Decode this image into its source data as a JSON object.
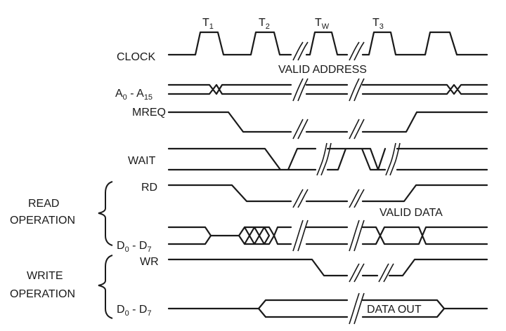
{
  "clock": {
    "label": "CLOCK",
    "states": [
      {
        "name": "T",
        "sub": "1"
      },
      {
        "name": "T",
        "sub": "2"
      },
      {
        "name": "T",
        "sub": "W"
      },
      {
        "name": "T",
        "sub": "3"
      }
    ]
  },
  "address": {
    "label_main": "A",
    "label_sub0": "0",
    "label_dash": " - A",
    "label_sub1": "15",
    "annotation": "VALID ADDRESS"
  },
  "mreq": {
    "label": "MREQ"
  },
  "wait": {
    "label": "WAIT"
  },
  "read": {
    "group_line1": "READ",
    "group_line2": "OPERATION",
    "rd_label": "RD",
    "data_label": {
      "main": "D",
      "sub0": "0",
      "dash": " - D",
      "sub1": "7"
    },
    "annotation": "VALID DATA"
  },
  "write": {
    "group_line1": "WRITE",
    "group_line2": "OPERATION",
    "wr_label": "WR",
    "data_label": {
      "main": "D",
      "sub0": "0",
      "dash": " - D",
      "sub1": "7"
    },
    "annotation": "DATA OUT"
  }
}
